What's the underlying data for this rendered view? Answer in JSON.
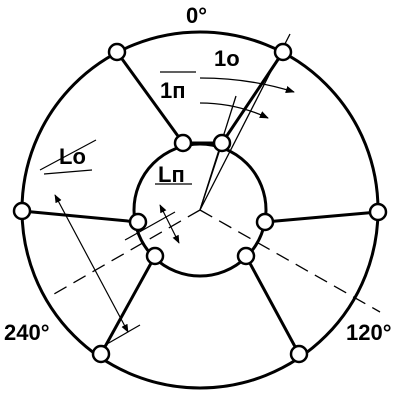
{
  "diagram": {
    "angles": {
      "top": "0°",
      "right": "120°",
      "left": "240°"
    },
    "labels": {
      "outer_angle": "1о",
      "inner_angle": "1п",
      "outer_length": "Lо",
      "inner_length": "Lп"
    },
    "colors": {
      "stroke": "#000000",
      "background": "#ffffff"
    }
  }
}
